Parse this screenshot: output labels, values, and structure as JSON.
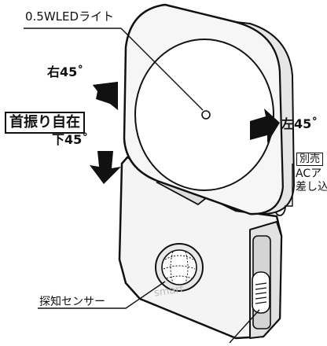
{
  "labels": {
    "led": "0.5WLEDライト",
    "right45": "右45˚",
    "left45": "左45˚",
    "down45": "下45˚",
    "swivel": "首振り自在",
    "sold_separately": "別売",
    "ac_adapter": "ACア",
    "plug_in": "差し込",
    "sensor": "探知センサー",
    "brand": "smart"
  },
  "colors": {
    "outline": "#111111",
    "body": "#f2f2f2",
    "shade": "#d9d9d9",
    "arrow": "#111111"
  }
}
